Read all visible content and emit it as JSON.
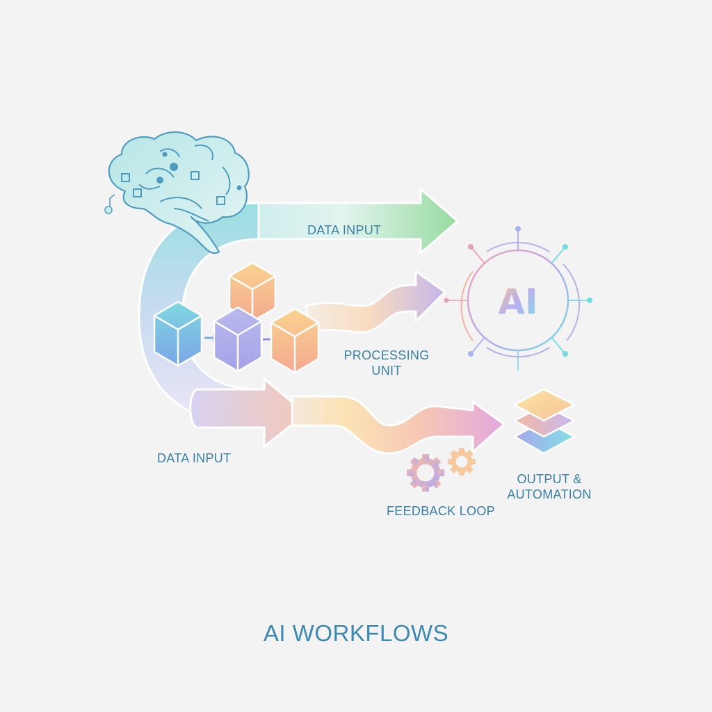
{
  "title": "AI WORKFLOWS",
  "nodes": {
    "brain": {
      "icon": "brain-icon",
      "color": "#5aa7c8"
    },
    "data_input_top": {
      "label": "DATA INPUT",
      "color": "#9ed9a8"
    },
    "processing": {
      "label_line1": "PROCESSING",
      "label_line2": "UNIT",
      "icon": "cubes-icon"
    },
    "ai_core": {
      "text": "AI",
      "icon": "ai-circuit-icon"
    },
    "data_input_bottom": {
      "label": "DATA INPUT"
    },
    "feedback": {
      "label": "FEEDBACK LOOP",
      "icon": "gears-icon"
    },
    "output": {
      "label_line1": "OUTPUT &",
      "label_line2": "AUTOMATION",
      "icon": "layers-icon"
    }
  },
  "colors": {
    "background": "#f2f3f2",
    "text": "#3a7fa3",
    "teal": "#7fd6dc",
    "green": "#9ed9a8",
    "lavender": "#b6aee8",
    "peach": "#f5b99a",
    "yellow": "#f8dc9a",
    "pink": "#e6a6d4"
  }
}
